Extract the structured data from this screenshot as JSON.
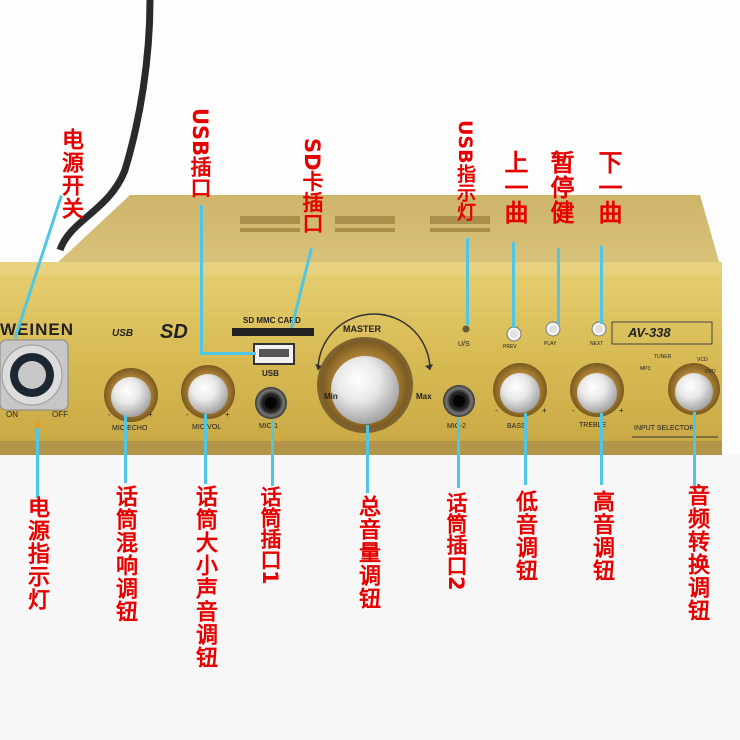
{
  "device": {
    "brand": "WEINEN",
    "model": "AV-338",
    "usb_logo": "USB",
    "sd_logo": "SD",
    "card_slot_label": "SD MMC CARD",
    "usb_label": "USB",
    "master_label": "MASTER",
    "min_label": "Min",
    "max_label": "Max",
    "us_label": "U/S",
    "prev_label": "PREV",
    "play_label": "PLAY",
    "next_label": "NEXT",
    "on_label": "ON",
    "off_label": "OFF",
    "mic_echo_label": "MIC-ECHO",
    "mic_vol_label": "MIC-VOL",
    "mic1_label": "MIC-1",
    "mic2_label": "MIC-2",
    "bass_label": "BASS",
    "treble_label": "TREBLE",
    "input_selector_label": "INPUT SELECTOR",
    "tuner_label": "TUNER",
    "mp3_label": "MP3",
    "vcd_label": "VCD",
    "dvd_label": "DVD",
    "minus": "-",
    "plus": "+"
  },
  "annotations": {
    "power_switch": "电源开关",
    "usb_port": "USB插口",
    "sd_slot": "SD卡插口",
    "usb_indicator": "USB指示灯",
    "prev_track": "上一曲",
    "pause": "暂停健",
    "next_track": "下一曲",
    "power_indicator": "电源指示灯",
    "mic_echo_knob": "话筒混响调钮",
    "mic_vol_knob": "话筒大小声音调钮",
    "mic1_jack": "话筒插口1",
    "master_knob": "总音量调钮",
    "mic2_jack": "话筒插口2",
    "bass_knob": "低音调钮",
    "treble_knob": "高音调钮",
    "selector_knob": "音频转换调钮"
  },
  "colors": {
    "annotation_text": "#e60000",
    "leader_line": "#4ec7e6",
    "gold_panel": "#d8bd5c",
    "gold_top": "#cfb65e"
  }
}
